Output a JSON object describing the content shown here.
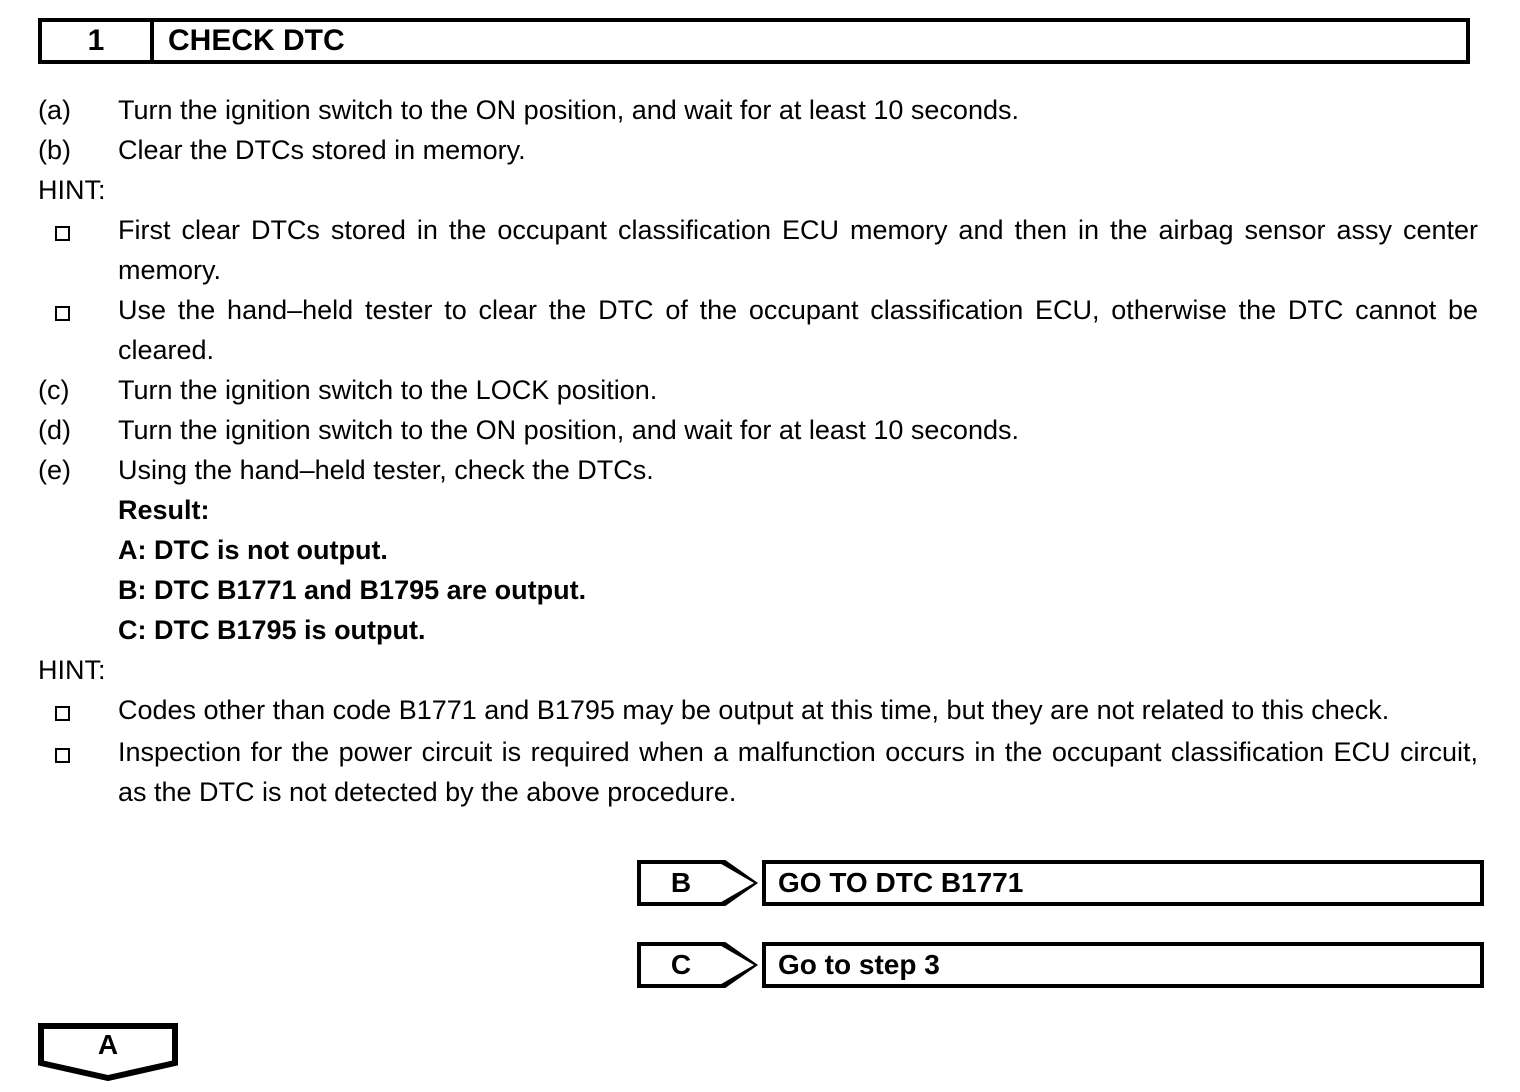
{
  "step_header": {
    "number": "1",
    "title": "CHECK DTC"
  },
  "procedure": [
    {
      "label": "(a)",
      "text": "Turn the ignition switch to the ON position, and wait for at least 10 seconds."
    },
    {
      "label": "(b)",
      "text": "Clear the DTCs stored in memory."
    }
  ],
  "hint1": {
    "label": "HINT:",
    "items": [
      "First clear DTCs stored in the occupant classification ECU memory and then in the airbag sensor assy center memory.",
      "Use the hand–held tester to clear the DTC of the occupant classification ECU, otherwise the DTC cannot be cleared."
    ]
  },
  "procedure2": [
    {
      "label": "(c)",
      "text": "Turn the ignition switch to the LOCK position."
    },
    {
      "label": "(d)",
      "text": "Turn the ignition switch to the ON position, and wait for at least 10 seconds."
    },
    {
      "label": "(e)",
      "text": "Using the hand–held tester, check the DTCs."
    }
  ],
  "result": {
    "heading": "Result:",
    "options": [
      "A: DTC is not output.",
      "B: DTC B1771 and B1795 are output.",
      "C: DTC B1795 is output."
    ]
  },
  "hint2": {
    "label": "HINT:",
    "items": [
      "Codes other than code B1771 and B1795 may be output at this time, but they are not related to this check.",
      "Inspection for the power circuit is required when a malfunction occurs in the occupant classification ECU circuit, as the DTC is not detected by the above procedure."
    ]
  },
  "outcomes": [
    {
      "tag": "B",
      "destination": "GO TO DTC B1771"
    },
    {
      "tag": "C",
      "destination": "Go to step 3"
    }
  ],
  "connector": {
    "tag": "A"
  },
  "colors": {
    "ink": "#000000",
    "page": "#ffffff"
  }
}
